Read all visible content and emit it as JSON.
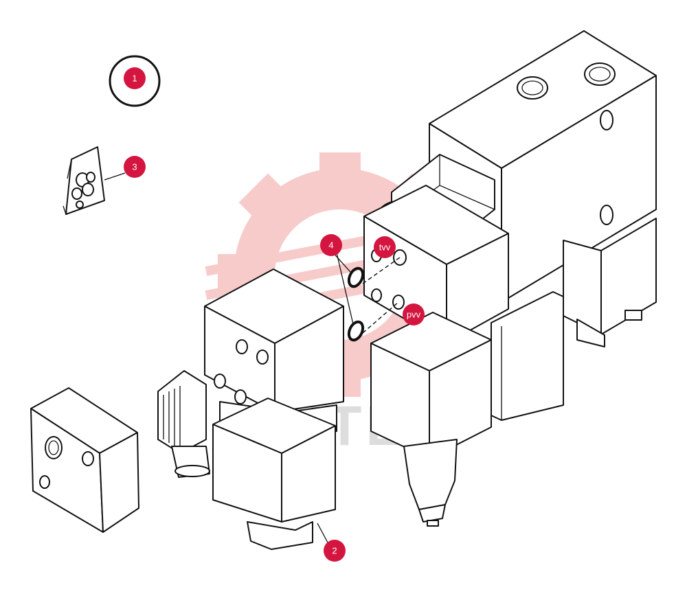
{
  "colors": {
    "callout": "#d4153f",
    "line": "#111111",
    "watermark": "#f7c3c3",
    "watermark_text": "#d0d0d0"
  },
  "callouts": {
    "c1": "1",
    "c2": "2",
    "c3": "3",
    "c4": "4",
    "tvv": "tvv",
    "pvv": "pvv"
  },
  "watermark": {
    "icon": "gear-icon",
    "text": "ИНТЕХ"
  }
}
